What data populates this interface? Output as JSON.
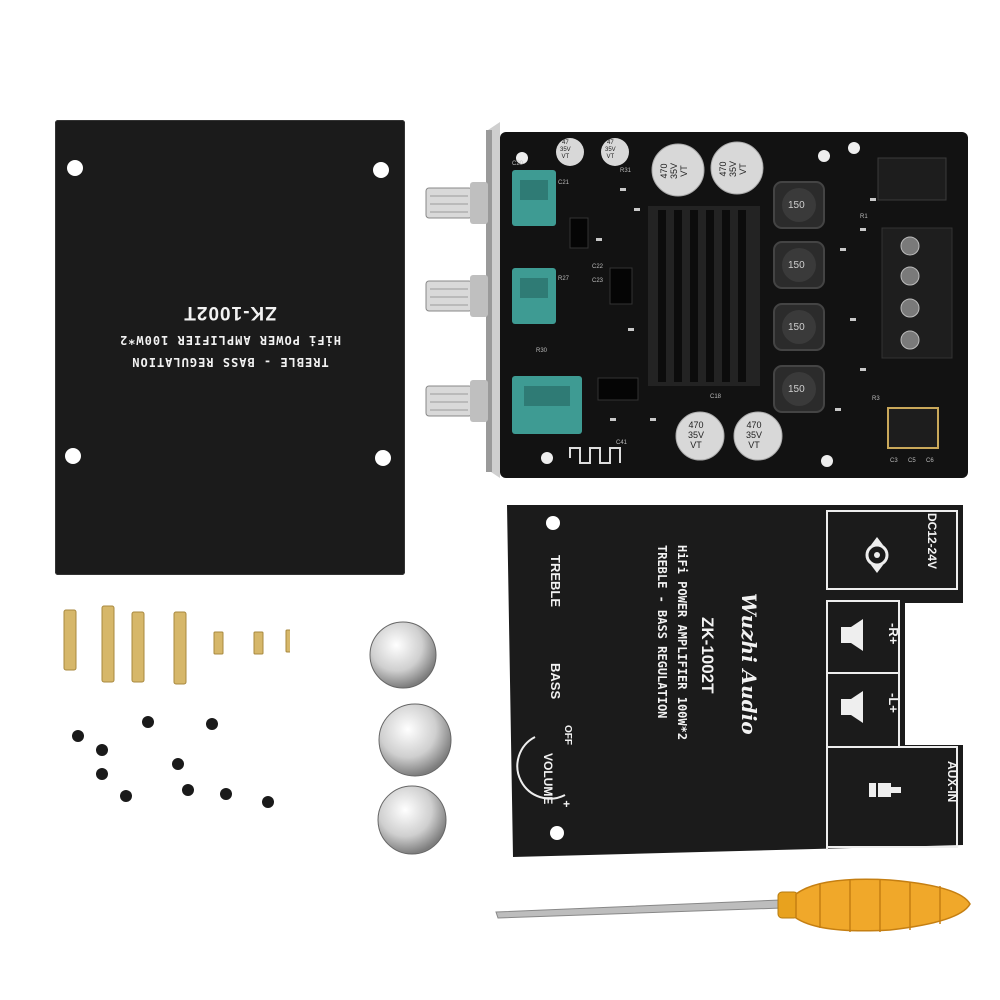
{
  "back_panel": {
    "model": "ZK-1002T",
    "line1": "HiFi POWER AMPLIFIER 100W*2",
    "line2": "TREBLE - BASS REGULATION"
  },
  "pcb": {
    "cap_small": [
      "47",
      "35V",
      "VT"
    ],
    "cap_large": [
      "470",
      "35V",
      "VT"
    ],
    "inductor": "150",
    "silk_labels": [
      "C20",
      "C21",
      "R27",
      "C22",
      "C23",
      "R30",
      "R31",
      "C41",
      "C18",
      "R1",
      "R3",
      "C3",
      "C5",
      "C6"
    ]
  },
  "front_panel": {
    "brand": "Wuzhi Audio",
    "model": "ZK-1002T",
    "line1": "HiFi POWER AMPLIFIER 100W*2",
    "line2": "TREBLE - BASS REGULATION",
    "treble": "TREBLE",
    "bass": "BASS",
    "off": "OFF",
    "volume": "VOLUME",
    "plus": "+",
    "power": "DC12-24V",
    "right": "-R+",
    "left": "-L+",
    "aux": "AUX-IN"
  },
  "colors": {
    "panel": "#1b1b1b",
    "pcb": "#111111",
    "pot": "#3e9b93",
    "brass": "#c9a85a",
    "handle": "#e8a21e"
  }
}
